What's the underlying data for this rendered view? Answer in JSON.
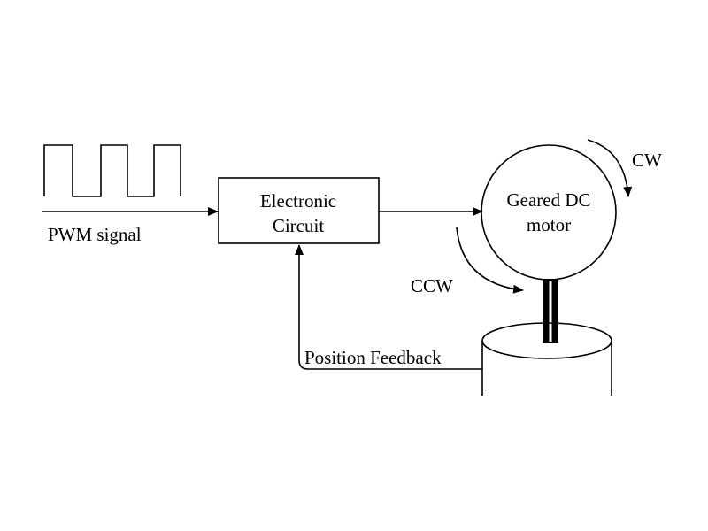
{
  "input": {
    "signal_label": "PWM signal"
  },
  "controller": {
    "label_line1": "Electronic",
    "label_line2": "Circuit"
  },
  "motor": {
    "label_line1": "Geared DC",
    "label_line2": "motor"
  },
  "rotation": {
    "cw_label": "CW",
    "ccw_label": "CCW"
  },
  "feedback": {
    "label": "Position Feedback"
  },
  "colors": {
    "ink": "#000000",
    "background": "#ffffff"
  }
}
